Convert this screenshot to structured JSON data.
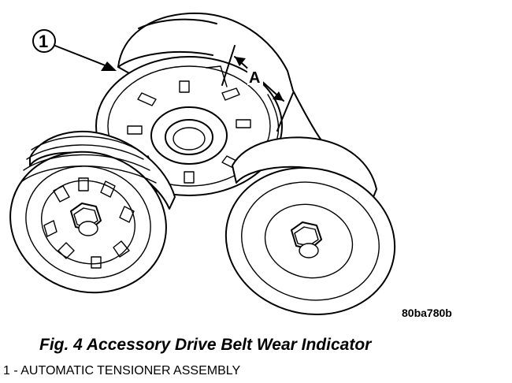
{
  "figure": {
    "caption": "Fig. 4 Accessory Drive Belt Wear Indicator",
    "image_code": "80ba780b",
    "dimension_label": "A"
  },
  "callouts": [
    {
      "number": "1",
      "description": "AUTOMATIC TENSIONER ASSEMBLY"
    }
  ],
  "legend": {
    "separator": " - "
  }
}
